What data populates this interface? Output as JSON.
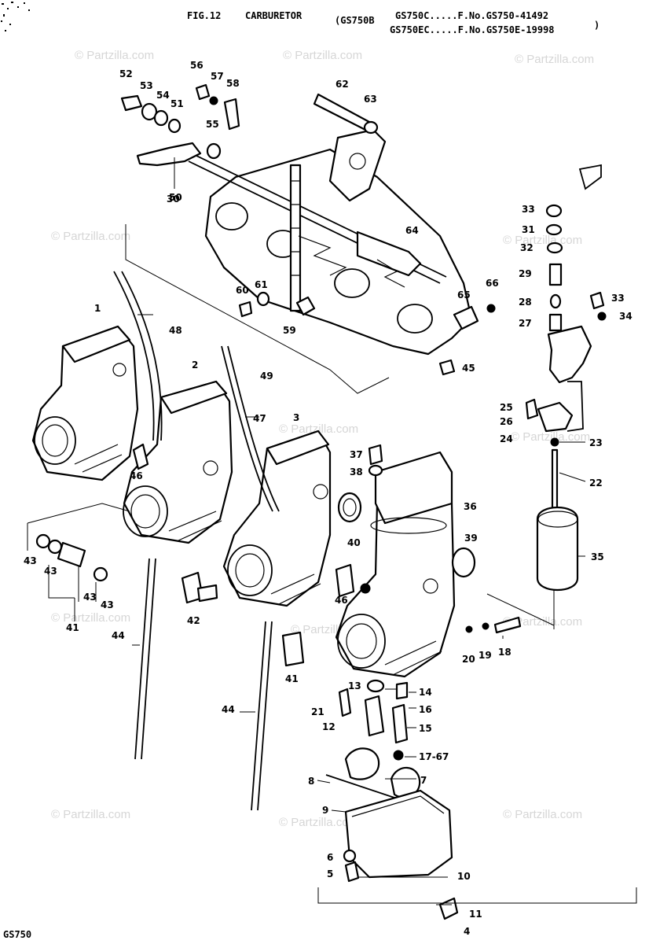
{
  "header": {
    "fig": "FIG.12",
    "title": "CARBURETOR",
    "model_left": "(GS750B",
    "line1": "GS750C.....F.No.GS750-41492",
    "line2": "GS750EC.....F.No.GS750E-19998",
    "closing": ")"
  },
  "footer": {
    "model": "GS750",
    "page_mark": "4"
  },
  "watermark": {
    "text": "© Partzilla.com"
  },
  "callouts": [
    "1",
    "2",
    "3",
    "4",
    "5",
    "6",
    "7",
    "8",
    "9",
    "10",
    "11",
    "12",
    "13",
    "14",
    "15",
    "16",
    "17-67",
    "18",
    "19",
    "20",
    "21",
    "22",
    "23",
    "24",
    "25",
    "26",
    "27",
    "28",
    "29",
    "30",
    "31",
    "32",
    "33",
    "33",
    "34",
    "35",
    "36",
    "37",
    "38",
    "39",
    "40",
    "41",
    "41",
    "42",
    "43",
    "43",
    "43",
    "43",
    "44",
    "44",
    "45",
    "46",
    "46",
    "47",
    "48",
    "49",
    "50",
    "51",
    "52",
    "53",
    "54",
    "55",
    "56",
    "57",
    "58",
    "59",
    "60",
    "61",
    "62",
    "63",
    "64",
    "65",
    "66"
  ]
}
